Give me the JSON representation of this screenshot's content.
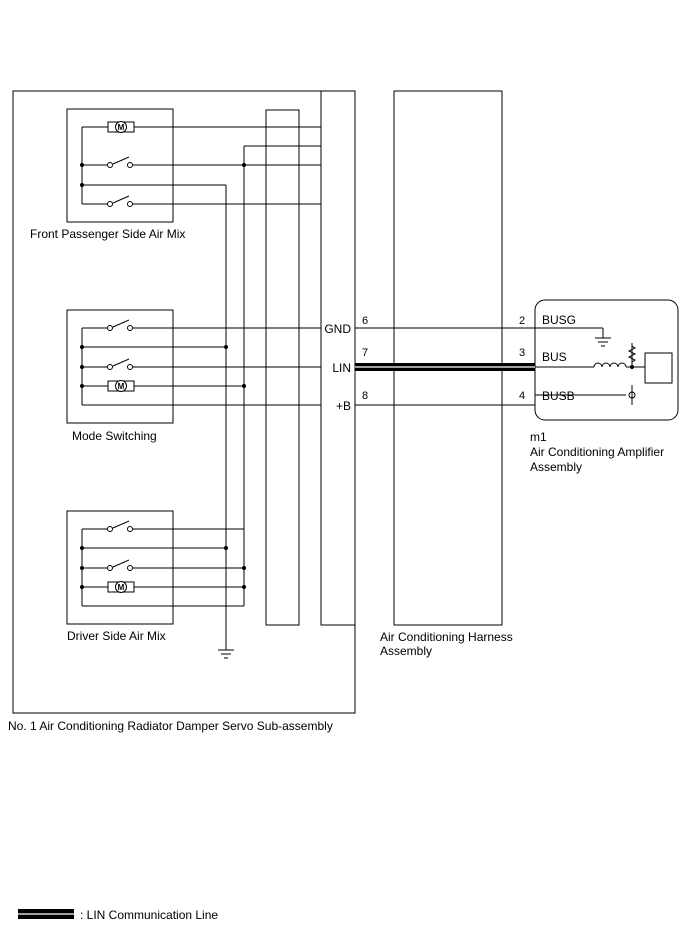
{
  "components": {
    "servo": {
      "label": "No. 1 Air Conditioning Radiator Damper Servo Sub-assembly"
    },
    "front_passenger": {
      "label": "Front Passenger Side Air Mix"
    },
    "mode_switching": {
      "label": "Mode Switching"
    },
    "driver_side": {
      "label": "Driver Side Air Mix"
    },
    "harness": {
      "label_line1": "Air Conditioning Harness",
      "label_line2": "Assembly"
    },
    "amplifier": {
      "code": "m1",
      "label_line1": "Air Conditioning Amplifier",
      "label_line2": "Assembly"
    }
  },
  "connections": [
    {
      "terminal": "GND",
      "servo_pin": "6",
      "amp_pin": "2",
      "amp_terminal": "BUSG"
    },
    {
      "terminal": "LIN",
      "servo_pin": "7",
      "amp_pin": "3",
      "amp_terminal": "BUS"
    },
    {
      "terminal": "+B",
      "servo_pin": "8",
      "amp_pin": "4",
      "amp_terminal": "BUSB"
    }
  ],
  "motor_symbol": "M",
  "legend": {
    "text": ": LIN Communication Line"
  }
}
